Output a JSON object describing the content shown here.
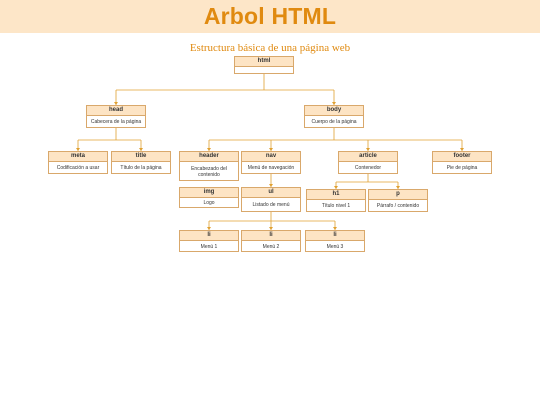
{
  "header": {
    "title": "Arbol HTML"
  },
  "diagram": {
    "subtitle": "Estructura básica de una página web",
    "nodes": {
      "html": {
        "tag": "html",
        "desc": ""
      },
      "head": {
        "tag": "head",
        "desc": "Cabecera de la página"
      },
      "body": {
        "tag": "body",
        "desc": "Cuerpo de la página"
      },
      "meta": {
        "tag": "meta",
        "desc": "Codificación a usar"
      },
      "title": {
        "tag": "title",
        "desc": "Título de la página"
      },
      "header": {
        "tag": "header",
        "desc": "Encabezado del contenido"
      },
      "nav": {
        "tag": "nav",
        "desc": "Menú de navegación"
      },
      "article": {
        "tag": "article",
        "desc": "Contenedor"
      },
      "footer": {
        "tag": "footer",
        "desc": "Pie de página"
      },
      "img": {
        "tag": "img",
        "desc": "Logo"
      },
      "ul": {
        "tag": "ul",
        "desc": "Listado de menú"
      },
      "h1": {
        "tag": "h1",
        "desc": "Título nivel 1"
      },
      "p": {
        "tag": "p",
        "desc": "Párrafo / contenido"
      },
      "li1": {
        "tag": "li",
        "desc": "Menú 1"
      },
      "li2": {
        "tag": "li",
        "desc": "Menú 2"
      },
      "li3": {
        "tag": "li",
        "desc": "Menú 3"
      }
    },
    "colors": {
      "accent": "#e08a10",
      "banner_bg": "#fde6c8",
      "node_header_bg": "#fde4c4",
      "node_border": "#d9a86b",
      "connector": "#e0a030"
    }
  }
}
